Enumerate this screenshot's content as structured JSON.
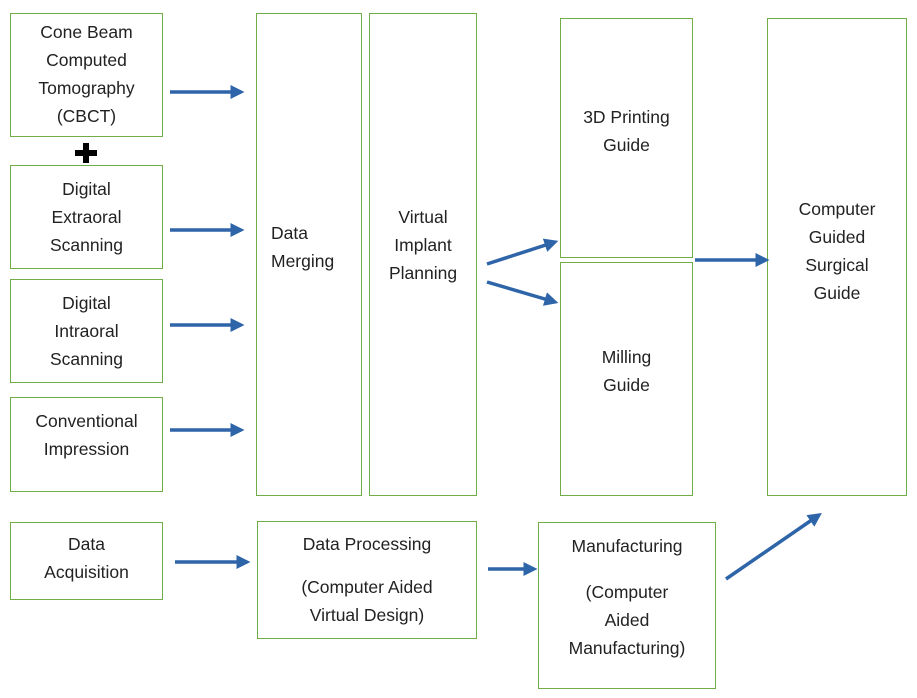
{
  "colors": {
    "box_border": "#70ad47",
    "arrow": "#2e64a8",
    "text": "#222222"
  },
  "plus_icon": "plus-icon",
  "inputs": {
    "cbct": "Cone Beam\nComputed\nTomography\n(CBCT)",
    "extraoral": "Digital\nExtraoral\nScanning",
    "intraoral": "Digital\nIntraoral\nScanning",
    "conventional": "Conventional\nImpression"
  },
  "merging": "Data\nMerging",
  "planning": "Virtual\nImplant\nPlanning",
  "printing_guide": "3D Printing\nGuide",
  "milling_guide": "Milling\nGuide",
  "surgical_guide": "Computer\nGuided\nSurgical\nGuide",
  "bottom": {
    "acquisition": "Data\nAcquisition",
    "processing_title": "Data Processing",
    "processing_sub": "(Computer Aided\nVirtual Design)",
    "manufacturing_title": "Manufacturing",
    "manufacturing_sub": "(Computer\nAided\nManufacturing)"
  }
}
